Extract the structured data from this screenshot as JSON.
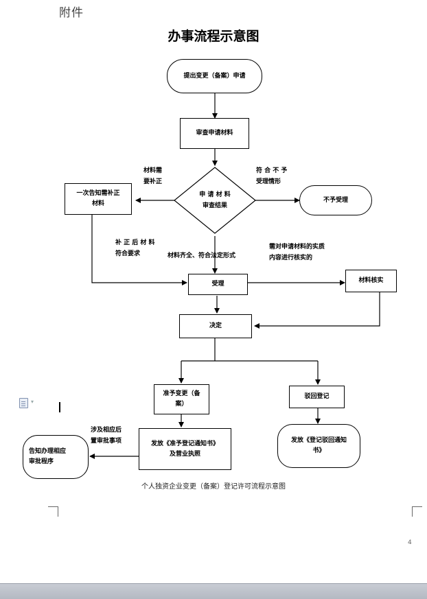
{
  "header": {
    "appendix_label": "附件",
    "title": "办事流程示意图"
  },
  "flow": {
    "submit": "提出变更（备案）申请",
    "review_materials": "审查申请材料",
    "decision_diamond": "申 请 材 料\n审查结果",
    "notify_supplement": "一次告知需补正\n材料",
    "not_accepted": "不予受理",
    "accept": "受理",
    "verify_materials": "材料核实",
    "decide": "决定",
    "approve_change": "准予变更（备\n案）",
    "reject_registration": "驳回登记",
    "issue_license": "发放《准予登记通知书》\n及营业执照",
    "issue_rejection": "发放《登记驳回通知\n书》",
    "notify_other_procedure": "告知办理相应\n审批程序"
  },
  "labels": {
    "needs_correction": "材料需\n要补正",
    "not_meet_conditions": "符 合 不 予\n受理情形",
    "corrected_meets": "补 正 后 材 料\n符合要求",
    "complete_legal": "材料齐全、符合法定形式",
    "needs_verification": "需对申请材料的实质\n内容进行核实的",
    "involves_approval": "涉及相应后\n置审批事项"
  },
  "caption": "个人独资企业变更（备案）登记许可流程示意图",
  "page_number": "4",
  "icons": {
    "doc": "document-icon",
    "dropdown": "dropdown-caret-icon"
  }
}
